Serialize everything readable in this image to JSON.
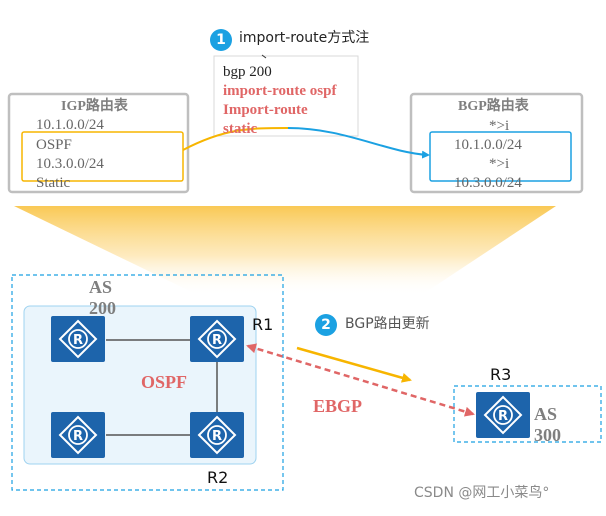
{
  "step1": {
    "number": "1",
    "text": "import-route方式注"
  },
  "config": {
    "line1": "bgp 200",
    "line2": "import-route ospf",
    "line3": "Import-route",
    "line4": "static"
  },
  "igp_table": {
    "title": "IGP路由表",
    "entries": [
      "10.1.0.0/24",
      "OSPF",
      "10.3.0.0/24",
      "Static"
    ]
  },
  "bgp_table": {
    "title": "BGP路由表",
    "entries": [
      "*>i",
      "10.1.0.0/24",
      "*>i",
      "10.3.0.0/24"
    ]
  },
  "as200": {
    "label_line1": "AS",
    "label_line2": "200",
    "protocol": "OSPF"
  },
  "as300": {
    "label_line1": "AS",
    "label_line2": "300"
  },
  "routers": {
    "r1": "R1",
    "r2": "R2",
    "r3": "R3"
  },
  "step2": {
    "number": "2",
    "text": "BGP路由更新"
  },
  "ebgp_label": "EBGP",
  "watermark": "CSDN @网工小菜鸟°",
  "colors": {
    "accent_blue": "#1ba1e2",
    "router_blue": "#1d64ab",
    "highlight_red": "#e06666",
    "orange": "#f7b500",
    "gray_box": "#bfbfbf",
    "text_gray": "#7f7f7f"
  }
}
